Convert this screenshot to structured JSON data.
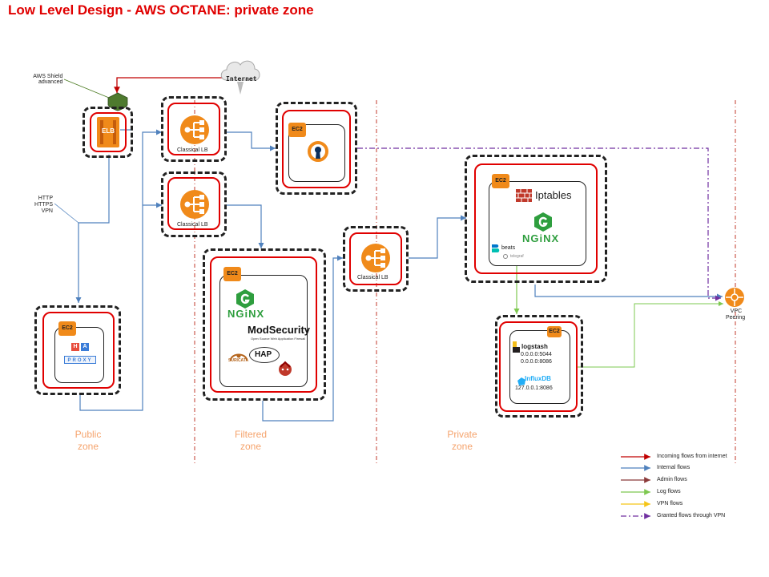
{
  "title": "Low Level Design - AWS OCTANE: private zone",
  "internet_label": "Internet",
  "shield_label_1": "AWS Shield",
  "shield_label_2": "advanced",
  "elb_label": "ELB",
  "protocols": [
    "HTTP",
    "HTTPS",
    "VPN"
  ],
  "ec2_label": "EC2",
  "lb_labels": [
    "Classical LB",
    "Classical LB",
    "Classical  LB"
  ],
  "haproxy": {
    "letters": [
      "H",
      "A"
    ],
    "word": "PROXY"
  },
  "nginx_word": "NGiNX",
  "modsecurity": {
    "title": "ModSecurity",
    "subtitle": "Open Source Web Application Firewall"
  },
  "suricata_label": "SURICATA",
  "haproxy_short": "HAP",
  "iptables_label": "Iptables",
  "beats_label": "beats",
  "telegraf_label": "telegraf",
  "logstash": {
    "name": "logstash",
    "addr1": "0.0.0.0:5044",
    "addr2": "0.0.0.0:8086"
  },
  "influx": {
    "name": "InfluxDB",
    "addr": "127.0.0.1:8086"
  },
  "vpc_label_1": "VPC",
  "vpc_label_2": "Peering",
  "zones": [
    {
      "line1": "Public",
      "line2": "zone"
    },
    {
      "line1": "Filtered",
      "line2": "zone"
    },
    {
      "line1": "Private",
      "line2": "zone"
    }
  ],
  "legend": [
    {
      "label": "Incoming flows from internet",
      "color": "#c00000"
    },
    {
      "label": "Internal flows",
      "color": "#4f81bd"
    },
    {
      "label": "Admin flows",
      "color": "#8b3a3a"
    },
    {
      "label": "Log flows",
      "color": "#7ec850"
    },
    {
      "label": "VPN flows",
      "color": "#f5c518"
    },
    {
      "label": "Granted flows through VPN",
      "color": "#7030a0"
    }
  ],
  "colors": {
    "title": "#e00000",
    "zone": "#f5a36c",
    "aws_orange": "#f08a1a",
    "internal": "#4f81bd",
    "incoming": "#c00000",
    "log": "#7ec850",
    "vpn": "#7030a0",
    "nginx": "#2e9e3e"
  }
}
